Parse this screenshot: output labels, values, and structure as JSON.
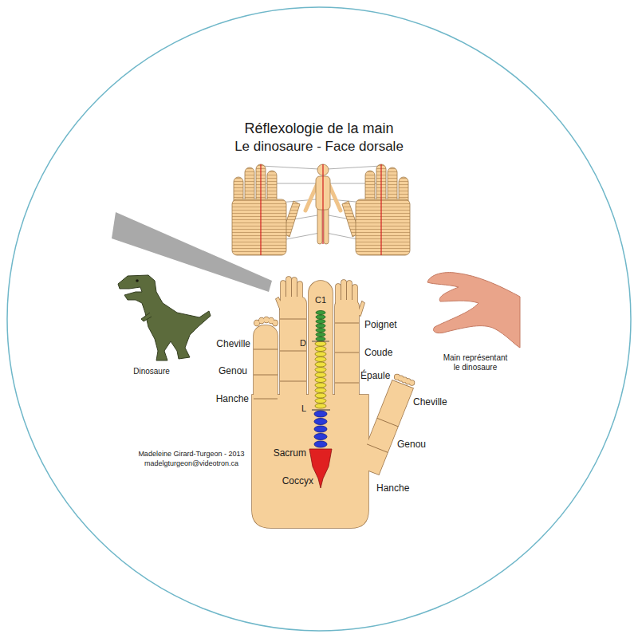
{
  "diagram": {
    "title": "Réflexologie de la main",
    "labels": [
      "Le dinosaure - Face dorsale",
      "C1",
      "D",
      "L",
      "Poignet",
      "Coude",
      "Épaule",
      "Cheville",
      "Genou",
      "Hanche",
      "Cheville",
      "Genou",
      "Hanche",
      "Sacrum",
      "Coccyx",
      "Dinosaure",
      "Main représentant le dinosaure",
      "Madeleine Girard-Turgeon - 2013",
      "madelgturgeon@videotron.ca"
    ]
  }
}
